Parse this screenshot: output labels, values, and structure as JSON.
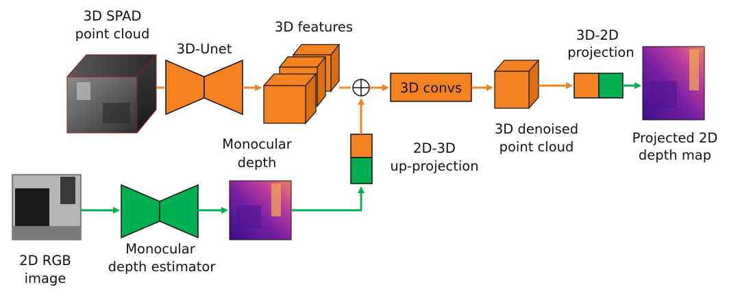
{
  "labels": {
    "spad_line1": "3D SPAD",
    "spad_line2": "point cloud",
    "unet": "3D-Unet",
    "features": "3D features",
    "convs": "3D convs",
    "denoised_line1": "3D denoised",
    "denoised_line2": "point cloud",
    "proj32_line1": "3D-2D",
    "proj32_line2": "projection",
    "projected_line1": "Projected 2D",
    "projected_line2": "depth map",
    "mono_depth_line1": "Monocular",
    "mono_depth_line2": "depth",
    "up_line1": "2D-3D",
    "up_line2": "up-projection",
    "rgb_line1": "2D RGB",
    "rgb_line2": "image",
    "estimator_line1": "Monocular",
    "estimator_line2": "depth estimator"
  },
  "colors": {
    "orange": "#f58220",
    "green": "#00b050",
    "black": "#111111"
  },
  "icons": {
    "sum": "circle-plus-icon"
  }
}
